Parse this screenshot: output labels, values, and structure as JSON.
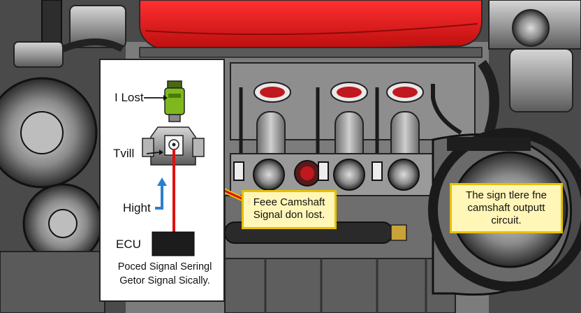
{
  "inset": {
    "label_top": "I Lost",
    "label_sensor": "Tvill",
    "label_arrow": "Hight",
    "label_ecu": "ECU",
    "footer_line1": "Poced Signal Seringl",
    "footer_line2": "Getor Signal Sically."
  },
  "callouts": {
    "left": {
      "line1": "Feee Camshaft",
      "line2": "Signal don lost."
    },
    "right": {
      "line1": "The sign tlere fne",
      "line2": "camshaft outputt",
      "line3": "circuit."
    }
  },
  "colors": {
    "valve_cover": "#d01a1a",
    "callout_fill": "#fff6b8",
    "callout_border": "#e8c000",
    "signal_wire": "#e01010",
    "arrow_blue": "#2a7fd0",
    "connector_green": "#7fb81c",
    "ecu_box": "#1c1c1c"
  }
}
